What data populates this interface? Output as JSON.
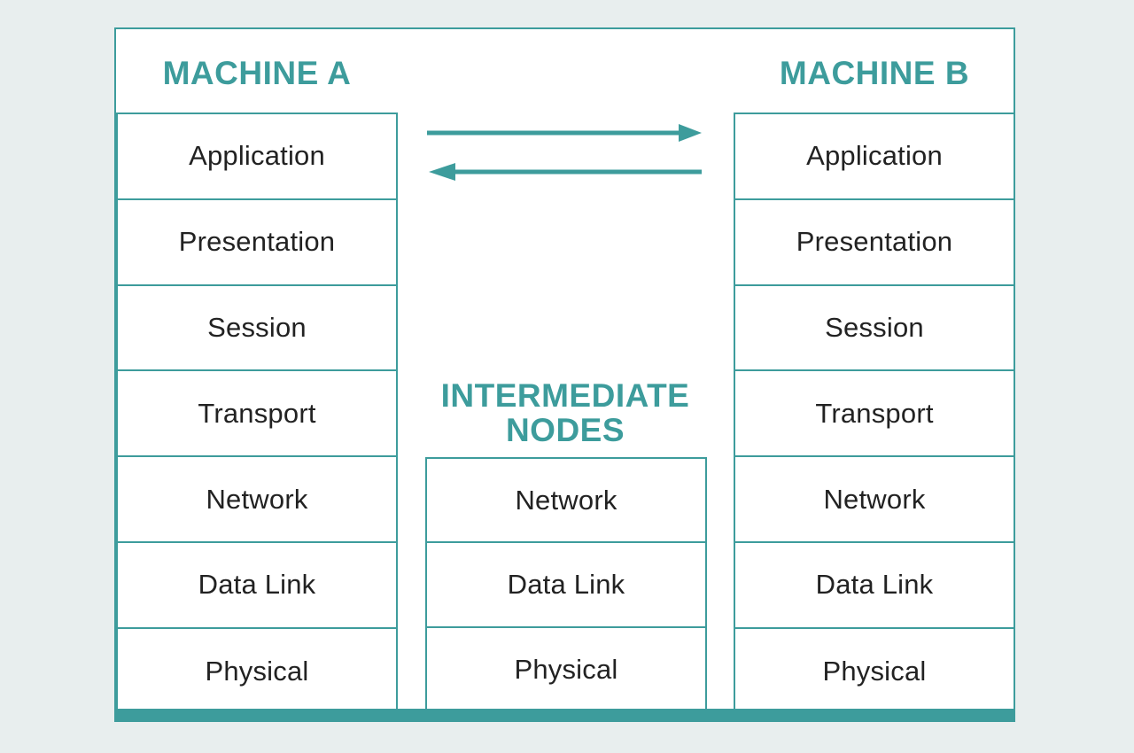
{
  "diagram": {
    "machine_a": {
      "title": "MACHINE A",
      "layers": [
        "Application",
        "Presentation",
        "Session",
        "Transport",
        "Network",
        "Data Link",
        "Physical"
      ]
    },
    "machine_b": {
      "title": "MACHINE B",
      "layers": [
        "Application",
        "Presentation",
        "Session",
        "Transport",
        "Network",
        "Data Link",
        "Physical"
      ]
    },
    "intermediate": {
      "title": "INTERMEDIATE NODES",
      "layers": [
        "Network",
        "Data Link",
        "Physical"
      ]
    },
    "colors": {
      "accent": "#3d9c9c",
      "background": "#e8eeee",
      "panel": "#ffffff",
      "text": "#222222"
    },
    "icons": [
      "arrow-right-icon",
      "arrow-left-icon"
    ]
  }
}
